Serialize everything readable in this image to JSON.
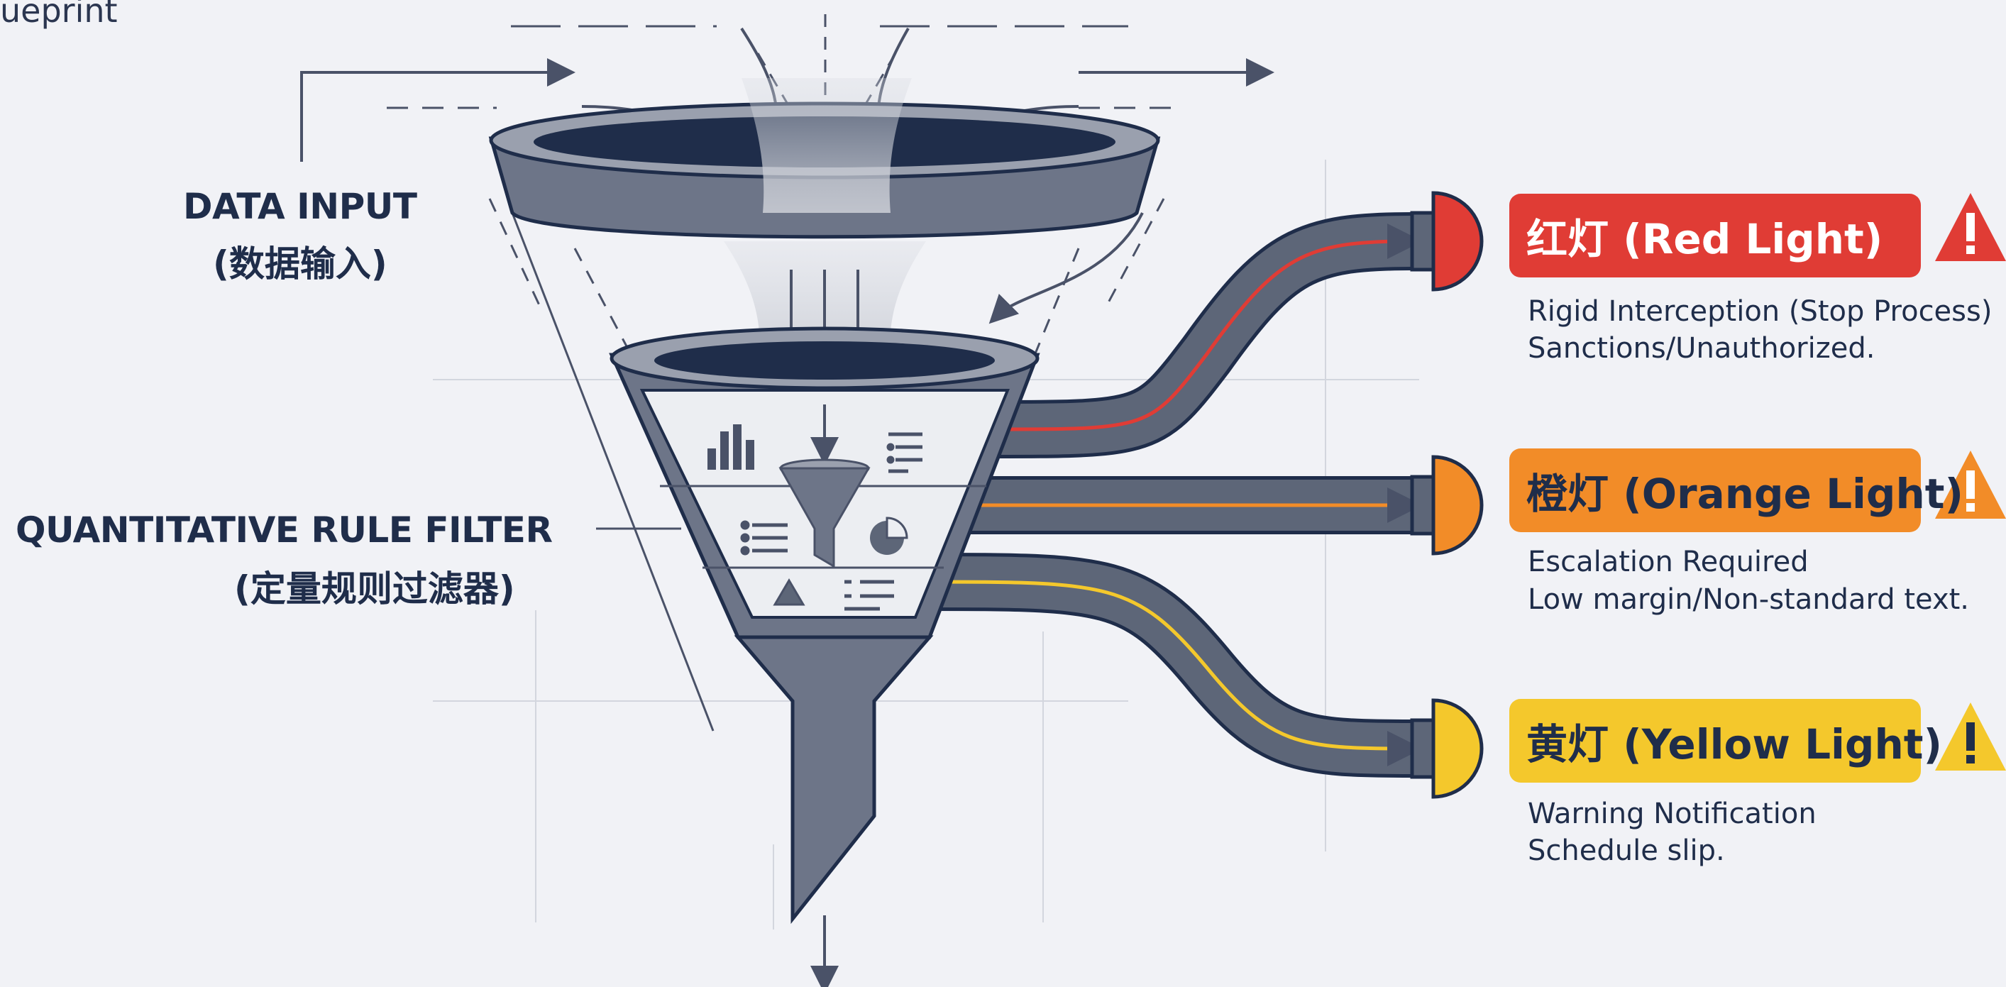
{
  "corner_text": "ueprint",
  "labels": {
    "data_input": "DATA INPUT",
    "data_input_cn": "(数据输入)",
    "filter": "QUANTITATIVE RULE FILTER",
    "filter_cn": "(定量规则过滤器)"
  },
  "outputs": [
    {
      "title": "红灯 (Red Light)",
      "line1": "Rigid Interception (Stop Process)",
      "line2": "Sanctions/Unauthorized.",
      "color": "#e03c35",
      "icon": "warning-icon"
    },
    {
      "title": "橙灯 (Orange Light)",
      "line1": "Escalation Required",
      "line2": "Low margin/Non-standard text.",
      "color": "#f28c28",
      "icon": "warning-icon"
    },
    {
      "title": "黄灯 (Yellow Light)",
      "line1": "Warning Notification",
      "line2": "Schedule slip.",
      "color": "#f4c82c",
      "icon": "warning-icon"
    }
  ],
  "colors": {
    "navy": "#1f2d4a",
    "funnel": "#6d7588",
    "pipe": "#5d6678",
    "background": "#f1f2f6"
  }
}
